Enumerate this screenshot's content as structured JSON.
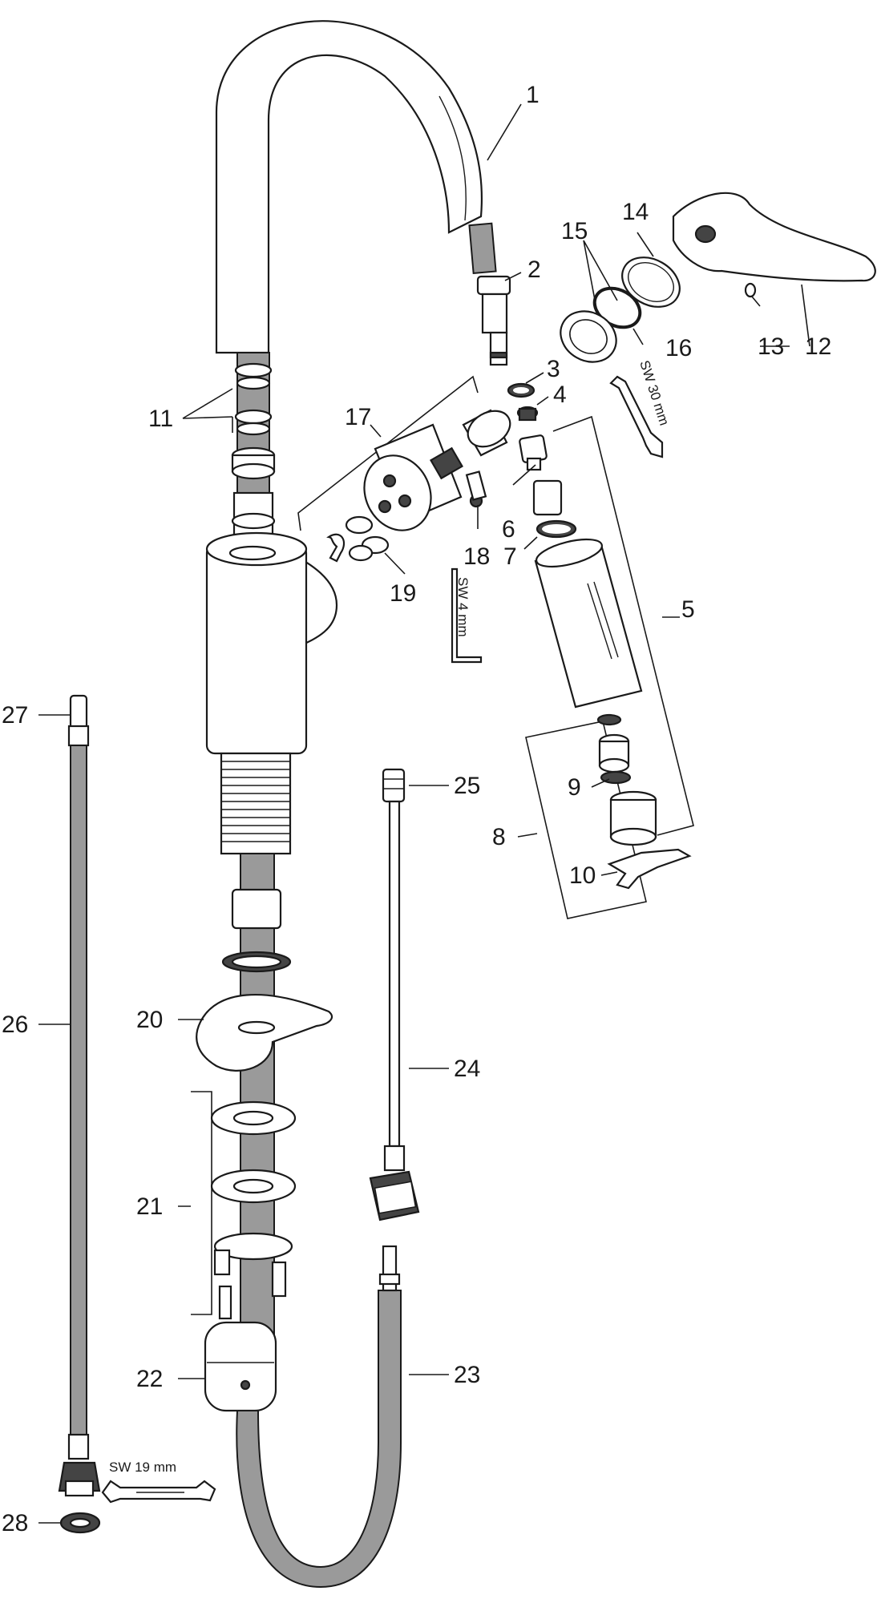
{
  "labels": {
    "l1": "1",
    "l2": "2",
    "l3": "3",
    "l4": "4",
    "l5": "5",
    "l6": "6",
    "l7": "7",
    "l8": "8",
    "l9": "9",
    "l10": "10",
    "l11": "11",
    "l12": "12",
    "l13": "13",
    "l14": "14",
    "l15": "15",
    "l16": "16",
    "l17": "17",
    "l18": "18",
    "l19": "19",
    "l20": "20",
    "l21": "21",
    "l22": "22",
    "l23": "23",
    "l24": "24",
    "l25": "25",
    "l26": "26",
    "l27": "27",
    "l28": "28"
  },
  "tools": {
    "sw30": "SW 30 mm",
    "sw4": "SW 4 mm",
    "sw19": "SW 19 mm"
  }
}
